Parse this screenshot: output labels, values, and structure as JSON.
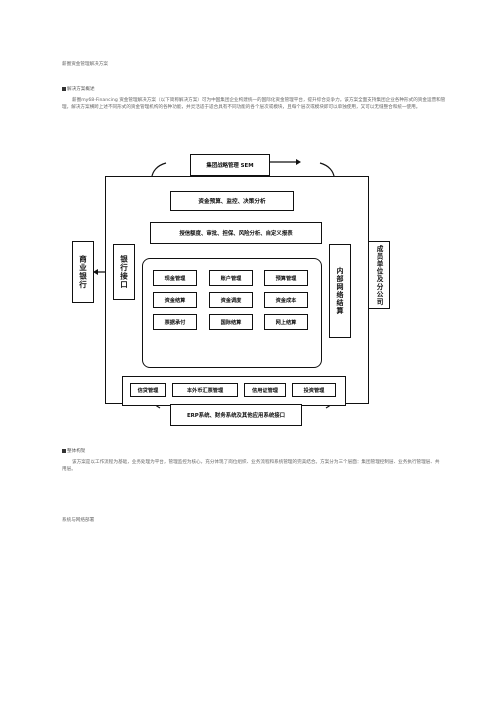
{
  "doc_title": "薪圈资金管理解决方案",
  "sections": [
    {
      "heading": "解决方案概述",
      "paragraph": "薪圈my68-Financing 资金管理解决方案（以下简称解决方案）可为中国集团企业构建统一的国际化资金管理平台，提升综合竞争力。该方案全面支持集团企业各种形式的资金运营和管理，解决方案横跨上述不同形式的资金管理机构的各种功能，并灵活适于适合具有不同功能的各个层次或模块，且每个层次或模块即可以单独使用，又可以无缝整合和统一使用。"
    },
    {
      "heading": "整体构架",
      "paragraph": "该方案是以工作流程为基础，业务处理为平台，管理监控为核心，充分体现了岗位组织、业务流程和系统管理的完美结合。方案分为三个层面：集团管理控制层、业务执行管理层、共用层。"
    },
    {
      "heading": "系统与网络部署",
      "paragraph": ""
    }
  ],
  "diagram": {
    "top": "集团战略管理 SEM",
    "row1": "资金预算、监控、决策分析",
    "row2": "授信额度、审批、担保、风险分析、自定义报表",
    "left_outer": "商业银行",
    "left_inner": "银行接口",
    "right_inner": "内部网络结算",
    "right_outer": "成员单位及分公司",
    "grid": [
      "现金管理",
      "账户管理",
      "预算管理",
      "资金结算",
      "资金调度",
      "资金成本",
      "票据承付",
      "国际结算",
      "网上结算"
    ],
    "bottom_row": [
      "信贷管理",
      "本外币汇票管理",
      "信用证管理",
      "投资管理"
    ],
    "bottom": "ERP系统、财务系统及其他应用系统接口"
  }
}
